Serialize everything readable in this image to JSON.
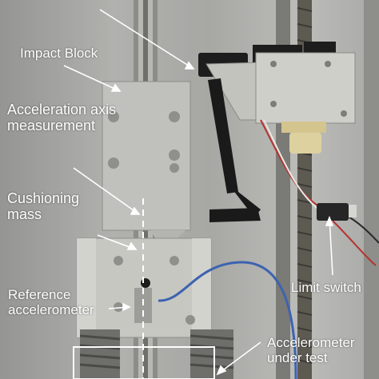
{
  "annotations": {
    "impact_block": "Impact Block",
    "acceleration_axis_line1": "Acceleration axis",
    "acceleration_axis_line2": "measurement",
    "cushioning_line1": "Cushioning",
    "cushioning_line2": "mass",
    "reference_line1": "Reference",
    "reference_line2": "accelerometer",
    "limit_switch": "Limit switch",
    "under_test_line1": "Accelerometer",
    "under_test_line2": "under test"
  },
  "colors": {
    "label_text": "#ffffff",
    "arrow": "#ffffff",
    "backplate": "#a9a9a6",
    "aluminum": "#bdbdb9",
    "black_arm": "#1a1a1a",
    "sensor_cable": "#3d63b0"
  }
}
